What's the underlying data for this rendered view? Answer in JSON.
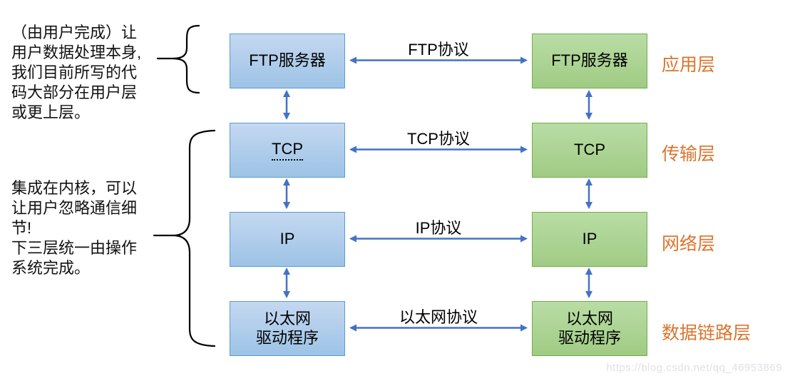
{
  "annotations": {
    "top_note": "（由用户完成）让\n用户数据处理本身,\n我们目前所写的代\n码大部分在用户层\n或更上层。",
    "bottom_note": "集成在内核，可以\n让用户忽略通信细\n节!\n下三层统一由操作\n系统完成。"
  },
  "stacks": {
    "left": {
      "items": [
        {
          "label": "FTP服务器"
        },
        {
          "label": "TCP"
        },
        {
          "label": "IP"
        },
        {
          "label": "以太网\n驱动程序"
        }
      ]
    },
    "right": {
      "items": [
        {
          "label": "FTP服务器"
        },
        {
          "label": "TCP"
        },
        {
          "label": "IP"
        },
        {
          "label": "以太网\n驱动程序"
        }
      ]
    }
  },
  "protocols": [
    "FTP协议",
    "TCP协议",
    "IP协议",
    "以太网协议"
  ],
  "layers": [
    "应用层",
    "传输层",
    "网络层",
    "数据链路层"
  ],
  "watermark": {
    "url": "https://blog.csdn.net/qq_46953869"
  },
  "colors": {
    "arrow_blue": "#4472C4",
    "blue_box_fill": "#9DC3E6",
    "blue_box_border": "#5B9BD5",
    "green_box_fill": "#A9D18E",
    "green_box_border": "#70AD47",
    "layer_label_orange": "#D9752E"
  }
}
